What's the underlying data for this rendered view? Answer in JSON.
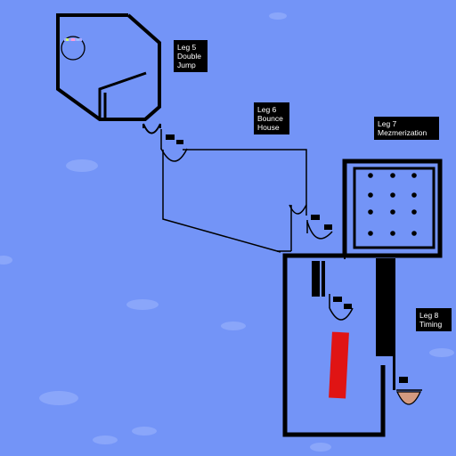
{
  "legs": [
    {
      "id": "leg5",
      "text": "Leg 5\nDouble\nJump"
    },
    {
      "id": "leg6",
      "text": "Leg 6\nBounce\nHouse"
    },
    {
      "id": "leg7",
      "text": "Leg 7\nMezmerization"
    },
    {
      "id": "leg8",
      "text": "Leg 8\nTiming"
    }
  ],
  "colors": {
    "sky": "#7394f7",
    "cloud": "#8aa6fa",
    "wall": "#000000",
    "hazard": "#e01414",
    "goal_cup": "#d49a80",
    "checkpoint_flag": "#000000"
  },
  "icons": {
    "player": "ball-icon",
    "checkpoint": "flag-icon",
    "goal": "cup-icon"
  }
}
